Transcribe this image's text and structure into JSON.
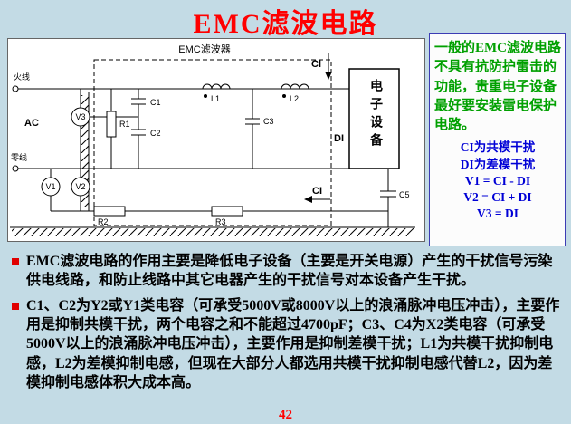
{
  "title": "EMC滤波电路",
  "page_number": "42",
  "colors": {
    "background": "#C3DBE5",
    "title_red": "#FF0000",
    "note_green": "#00A000",
    "note_blue": "#0000D6",
    "bullet_marker_red": "#E00000",
    "note_border": "#3C3CB4"
  },
  "circuit": {
    "filter_box_label": "EMC滤波器",
    "live_wire_label": "火线",
    "neutral_wire_label": "零线",
    "source_label": "AC",
    "device_label": "电子设备",
    "meters": {
      "v1": "V1",
      "v2": "V2",
      "v3": "V3"
    },
    "resistors": {
      "r1": "R1",
      "r2": "R2",
      "r3": "R3"
    },
    "capacitors": {
      "c1": "C1",
      "c2": "C2",
      "c3": "C3",
      "c5": "C5"
    },
    "inductors": {
      "l1": "L1",
      "l2": "L2"
    },
    "currents": {
      "ci_top": "CI",
      "ci_bottom": "CI",
      "di": "DI"
    }
  },
  "note_box": {
    "warning": "一般的EMC滤波电路不具有抗防护雷击的功能，贵重电子设备最好要安装雷电保护电路。",
    "definitions": [
      "CI为共模干扰",
      "DI为差模干扰"
    ],
    "equations": [
      "V1 = CI - DI",
      "V2 = CI + DI",
      "V3 = DI"
    ]
  },
  "bullets": [
    "EMC滤波电路的作用主要是降低电子设备（主要是开关电源）产生的干扰信号污染供电线路，和防止线路中其它电器产生的干扰信号对本设备产生干扰。",
    "C1、C2为Y2或Y1类电容（可承受5000V或8000V以上的浪涌脉冲电压冲击），主要作用是抑制共模干扰，两个电容之和不能超过4700pF；C3、C4为X2类电容（可承受5000V以上的浪涌脉冲电压冲击），主要作用是抑制差模干扰；L1为共模干扰抑制电感，L2为差模抑制电感，但现在大部分人都选用共模干扰抑制电感代替L2，因为差模抑制电感体积大成本高。"
  ]
}
